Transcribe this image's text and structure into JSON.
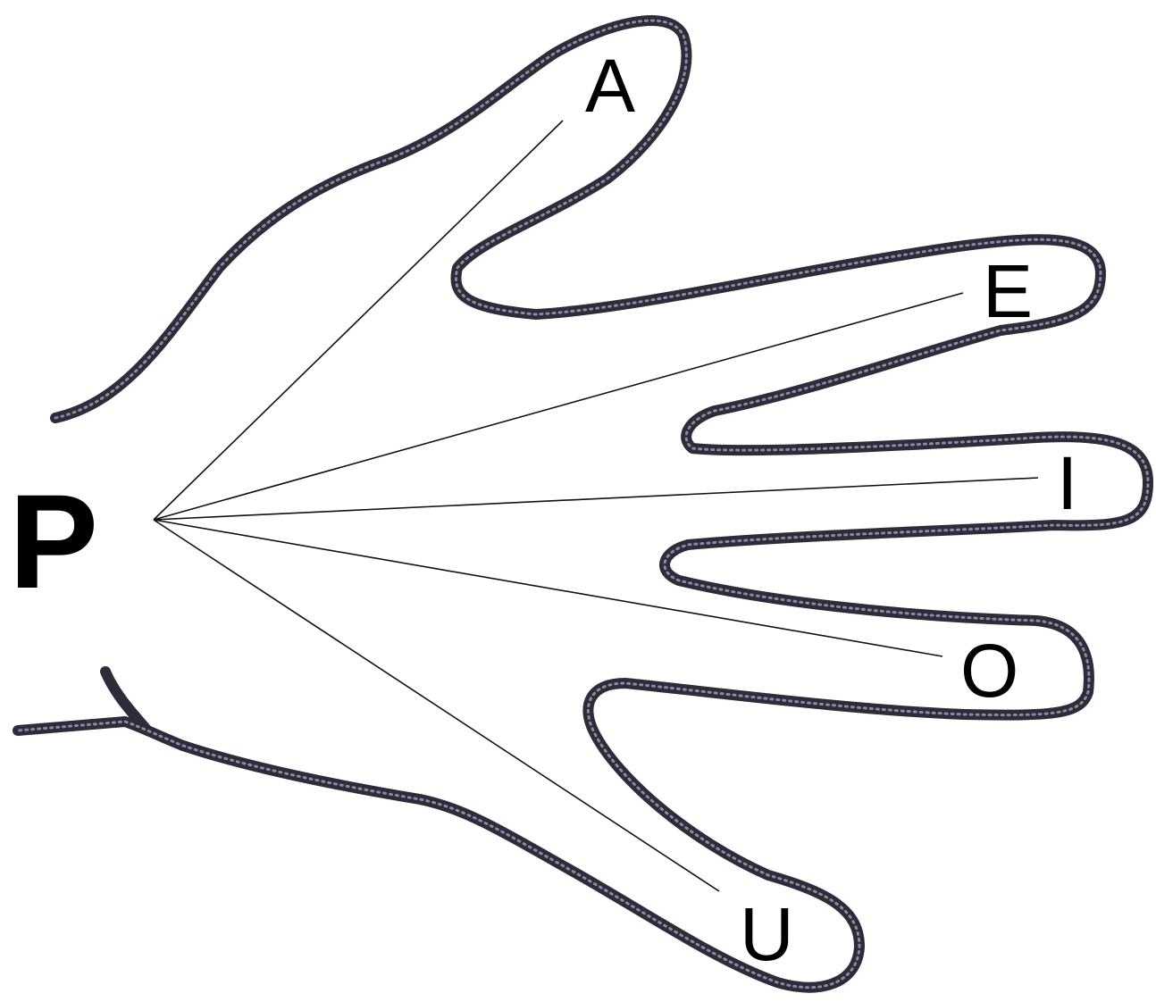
{
  "diagram": {
    "root": "P",
    "vowels": [
      "A",
      "E",
      "I",
      "O",
      "U"
    ]
  },
  "colors": {
    "outline": "#2c2c3a",
    "outline_light": "#8a8a9c",
    "rays": "#111111",
    "text": "#000000",
    "background": "#ffffff"
  }
}
